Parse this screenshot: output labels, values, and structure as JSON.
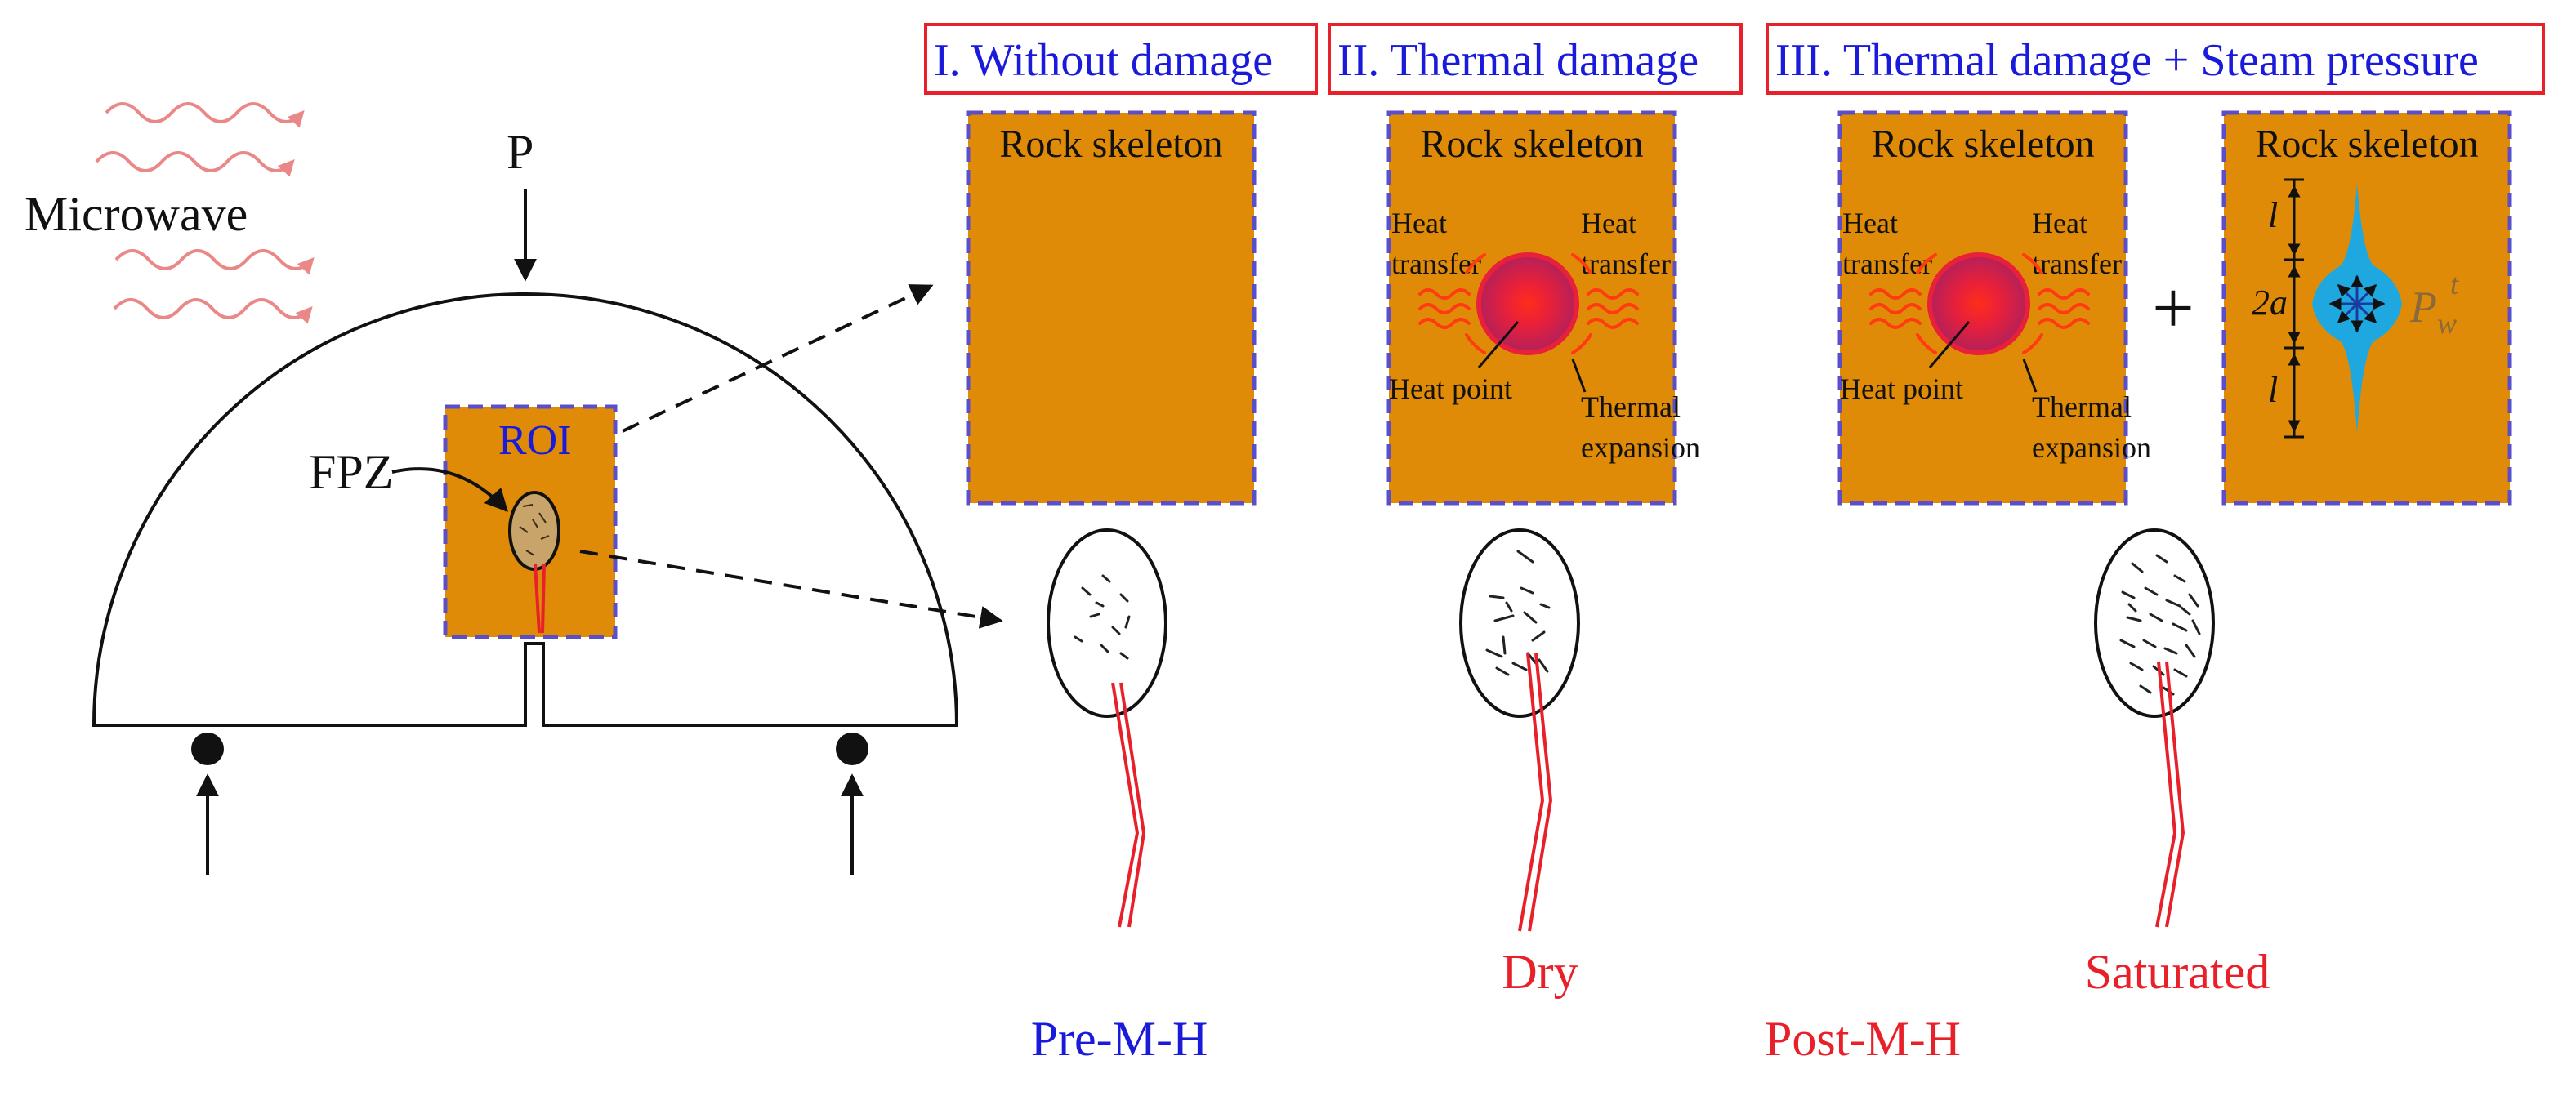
{
  "colors": {
    "rock": "#e08b07",
    "rock_border": "#5a4fc8",
    "header_border": "#e8202a",
    "header_text": "#1a1adb",
    "crack": "#e8202a",
    "microwave": "#e98886",
    "heat_point": "#e8203a",
    "steam": "#1fa8e0",
    "pressure_label": "#8a6a3a"
  },
  "icons": {
    "heat_source": "heat-point-glow-icon",
    "steam_pressure": "pressurized-crack-icon",
    "microwave": "microwave-wave-icon"
  },
  "left": {
    "microwave_label": "Microwave",
    "load_label": "P",
    "fpz_label": "FPZ",
    "roi_label": "ROI"
  },
  "headers": [
    {
      "label": "I. Without damage"
    },
    {
      "label": "II. Thermal  damage"
    },
    {
      "label": "III. Thermal  damage + Steam pressure"
    }
  ],
  "panels": {
    "rock_title": "Rock skeleton",
    "heat_transfer": [
      "Heat",
      "transfer"
    ],
    "heat_point": "Heat point",
    "thermal_expansion": [
      "Thermal",
      "expansion"
    ],
    "plus": "+",
    "dims": {
      "l": "l",
      "two_a": "2a"
    },
    "pressure": {
      "base": "P",
      "sub": "w",
      "sup": "t"
    }
  },
  "states": {
    "dry": "Dry",
    "saturated": "Saturated",
    "pre": "Pre-M-H",
    "post": "Post-M-H"
  }
}
